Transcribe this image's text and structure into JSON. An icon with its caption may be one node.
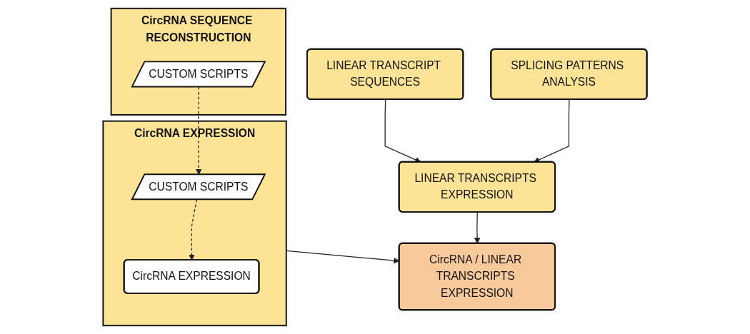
{
  "diagram": {
    "nodes": [
      {
        "text": [
          "CircRNA SEQUENCE RECONSTRUCTION"
        ]
      },
      {
        "text": [
          "CUSTOM SCRIPTS"
        ],
        "in": 0
      },
      {
        "text": [
          "CircRNA EXPRESSION"
        ]
      },
      {
        "text": [
          "CUSTOM SCRIPTS"
        ],
        "in": 2
      },
      {
        "text": [
          "CircRNA EXPRESSION"
        ],
        "in": 2
      },
      {
        "text": [
          "LINEAR TRANSCRIPT SEQUENCES"
        ]
      },
      {
        "text": [
          "SPLICING PATTERNS ANALYSIS"
        ]
      },
      {
        "text": [
          "LINEAR TRANSCRIPTS EXPRESSION"
        ]
      },
      {
        "text": [
          "CircRNA / LINEAR TRANSCRIPTS EXPRESSION"
        ]
      }
    ],
    "edges": [
      {
        "from": 1,
        "to": 3,
        "arrow": "to",
        "style": "dashed"
      },
      {
        "from": 3,
        "to": 4,
        "arrow": "to",
        "style": "dashed"
      },
      {
        "from": 5,
        "to": 7,
        "arrow": "to"
      },
      {
        "from": 6,
        "to": 7,
        "arrow": "to"
      },
      {
        "from": 2,
        "to": 8,
        "arrow": "to"
      },
      {
        "from": 7,
        "to": 8,
        "arrow": "to"
      }
    ]
  }
}
